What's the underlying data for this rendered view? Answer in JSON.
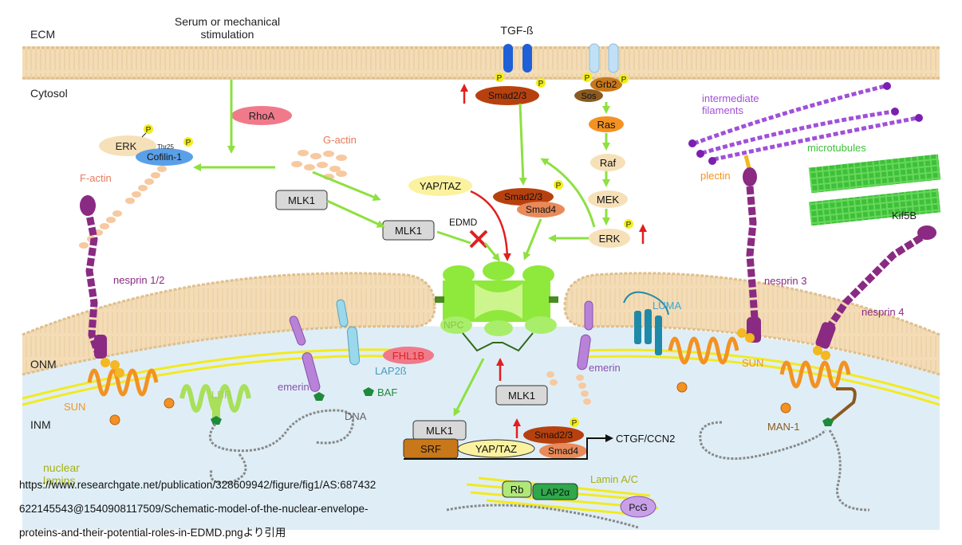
{
  "colors": {
    "membrane": "#f3dcb6",
    "membrane_edge": "#dfbf8d",
    "nucleus": "#dfeef6",
    "arrow_green": "#8ee040",
    "arrow_red": "#e02020",
    "nesprin": "#8a2a82",
    "sun": "#f39222",
    "lamina": "#f2ea20",
    "npc": "#8fe83c",
    "phospho": "#f2ee1a",
    "smad": "#b7410e",
    "mapk": "#f6e0b8"
  },
  "regions": {
    "ecm": "ECM",
    "cytosol": "Cytosol",
    "onm": "ONM",
    "inm": "INM",
    "nuclear_lamins": "nuclear\nlamins"
  },
  "stimulus": {
    "mechanical": "Serum or mechanical\nstimulation",
    "tgf": "TGF-ß"
  },
  "labels": {
    "rhoa": "RhoA",
    "g_actin": "G-actin",
    "erk_left": "ERK",
    "thr25": "Thr25",
    "cofilin": "Cofilin-1",
    "f_actin": "F-actin",
    "mlk1": "MLK1",
    "yap_taz": "YAP/TAZ",
    "smad23": "Smad2/3",
    "smad4": "Smad4",
    "edmd": "EDMD",
    "grb2": "Grb2",
    "sos": "Sos",
    "ras": "Ras",
    "raf": "Raf",
    "mek": "MEK",
    "erk": "ERK",
    "p": "P",
    "intermediate_filaments": "intermediate\nfilaments",
    "microtubules": "microtubules",
    "plectin": "plectin",
    "kif5b": "Kif5B",
    "nesprin12": "nesprin 1/2",
    "nesprin3": "nesprin 3",
    "nesprin4": "nesprin 4",
    "npc": "NPC",
    "luma": "LUMA",
    "fhl1b": "FHL1B",
    "emerin": "emerin",
    "lap2b": "LAP2ß",
    "baf": "BAF",
    "lbr": "LBR",
    "sun": "SUN",
    "dna": "DNA",
    "man1": "MAN-1",
    "srf": "SRF",
    "ctgf": "CTGF/CCN2",
    "rb": "Rb",
    "lap2a": "LAP2α",
    "pcg": "PcG",
    "lamin_ac": "Lamin A/C"
  },
  "citation": {
    "line1": "https://www.researchgate.net/publication/328609942/figure/fig1/AS:687432",
    "line2": "622145543@1540908117509/Schematic-model-of-the-nuclear-envelope-",
    "line3": "proteins-and-their-potential-roles-in-EDMD.pngより引用"
  }
}
